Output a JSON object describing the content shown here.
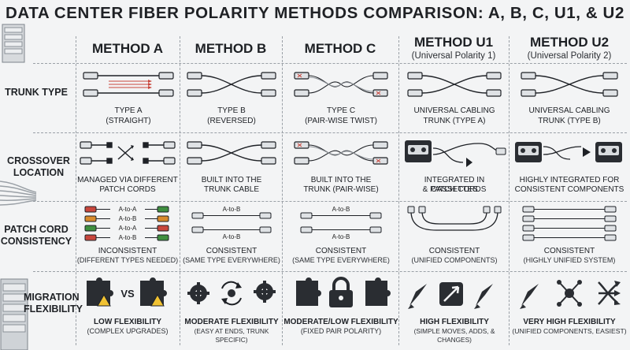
{
  "title": "DATA CENTER FIBER POLARITY METHODS COMPARISON: A, B, C, U1, & U2",
  "columns": [
    {
      "name": "METHOD A",
      "sub": ""
    },
    {
      "name": "METHOD B",
      "sub": ""
    },
    {
      "name": "METHOD C",
      "sub": ""
    },
    {
      "name": "METHOD U1",
      "sub": "(Universal Polarity 1)"
    },
    {
      "name": "METHOD U2",
      "sub": "(Universal Polarity 2)"
    }
  ],
  "rows": {
    "trunk_type": {
      "label": "TRUNK TYPE",
      "cells": [
        {
          "line1": "TYPE A",
          "line2": "(STRAIGHT)"
        },
        {
          "line1": "TYPE B",
          "line2": "(REVERSED)"
        },
        {
          "line1": "TYPE C",
          "line2": "(PAIR-WISE TWIST)"
        },
        {
          "line1": "UNIVERSAL CABLING",
          "line2": "TRUNK (TYPE A)"
        },
        {
          "line1": "UNIVERSAL CABLING",
          "line2": "TRUNK (TYPE B)"
        }
      ]
    },
    "crossover": {
      "label": "CROSSOVER LOCATION",
      "cells": [
        {
          "line1": "MANAGED VIA DIFFERENT",
          "line2": "PATCH CORDS"
        },
        {
          "line1": "BUILT INTO THE",
          "line2": "TRUNK CABLE"
        },
        {
          "line1": "BUILT INTO THE",
          "line2": "TRUNK (PAIR-WISE)"
        },
        {
          "line1": "INTEGRATED IN CASSETTES",
          "line2": "& PATCH CORDS"
        },
        {
          "line1": "HIGHLY INTEGRATED FOR",
          "line2": "CONSISTENT COMPONENTS"
        }
      ]
    },
    "patch_cord": {
      "label": "PATCH CORD CONSISTENCY",
      "cells": [
        {
          "line1": "INCONSISTENT",
          "line2": "(DIFFERENT TYPES NEEDED)",
          "cords": [
            "A-to-A",
            "A-to-B",
            "A-to-A",
            "A-to-B"
          ]
        },
        {
          "line1": "CONSISTENT",
          "line2": "(SAME TYPE EVERYWHERE)",
          "cords": [
            "A-to-B",
            "A-to-B"
          ]
        },
        {
          "line1": "CONSISTENT",
          "line2": "(SAME TYPE EVERYWHERE)",
          "cords": [
            "A-to-B",
            "A-to-B"
          ]
        },
        {
          "line1": "CONSISTENT",
          "line2": "(UNIFIED COMPONENTS)"
        },
        {
          "line1": "CONSISTENT",
          "line2": "(HIGHLY UNIFIED SYSTEM)"
        }
      ]
    },
    "migration": {
      "label": "MIGRATION FLEXIBILITY",
      "cells": [
        {
          "line1": "LOW FLEXIBILITY",
          "line2": "(COMPLEX UPGRADES)",
          "vs": "VS"
        },
        {
          "line1": "MODERATE FLEXIBILITY",
          "line2": "(EASY AT ENDS, TRUNK SPECIFIC)"
        },
        {
          "line1": "MODERATE/LOW FLEXIBILITY",
          "line2": "(FIXED PAIR POLARITY)"
        },
        {
          "line1": "HIGH FLEXIBILITY",
          "line2": "(SIMPLE MOVES, ADDS, & CHANGES)"
        },
        {
          "line1": "VERY HIGH FLEXIBILITY",
          "line2": "(UNIFIED COMPONENTS, EASIEST)"
        }
      ]
    }
  },
  "colors": {
    "ink": "#1e2126",
    "accent_red": "#c8463c",
    "accent_green": "#3f8f3f",
    "accent_orange": "#d88a2c",
    "grid": "#9aa0a6"
  }
}
